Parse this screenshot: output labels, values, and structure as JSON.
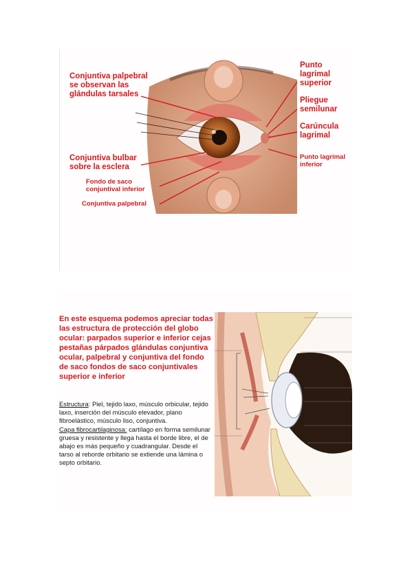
{
  "slide1": {
    "labels": {
      "conjuntiva_palpebral_top": "Conjuntiva palpebral\nse observan las\nglándulas tarsales",
      "punto_lagrimal_superior": "Punto\nlagrimal\nsuperior",
      "pliegue_semilunar": "Pliegue\nsemilunar",
      "caruncula_lagrimal": "Carúncula\nlagrimal",
      "conjuntiva_bulbar": "Conjuntiva bulbar\nsobre la esclera",
      "punto_lagrimal_inferior": "Punto lagrimal\ninferior",
      "fondo_de_saco": "Fondo de saco\nconjuntival inferior",
      "conjuntiva_palpebral_bottom": "Conjuntiva palpebral"
    }
  },
  "slide2": {
    "heading": "En este esquema podemos apreciar todas las estructura de protección del globo ocular: parpados superior e inferior cejas pestañas párpados glándulas conjuntiva ocular, palpebral y conjuntiva del fondo de saco fondos de saco conjuntivales superior e inferior",
    "estructura_term": "Estructura",
    "estructura_text": ": Piel, tejido laxo, músculo orbicular, tejido laxo, inserción del músculo elevador, plano fibroelástico, músculo liso, conjuntiva.",
    "capa_term": "Capa fibrocartilaginosa:",
    "capa_text": " cartílago en forma semilunar gruesa y resistente y llega hasta el borde libre, el de abajo es más pequeño y cuadrangular. Desde el tarso al reborde orbitario se extiende una lámina o septo orbitario."
  }
}
